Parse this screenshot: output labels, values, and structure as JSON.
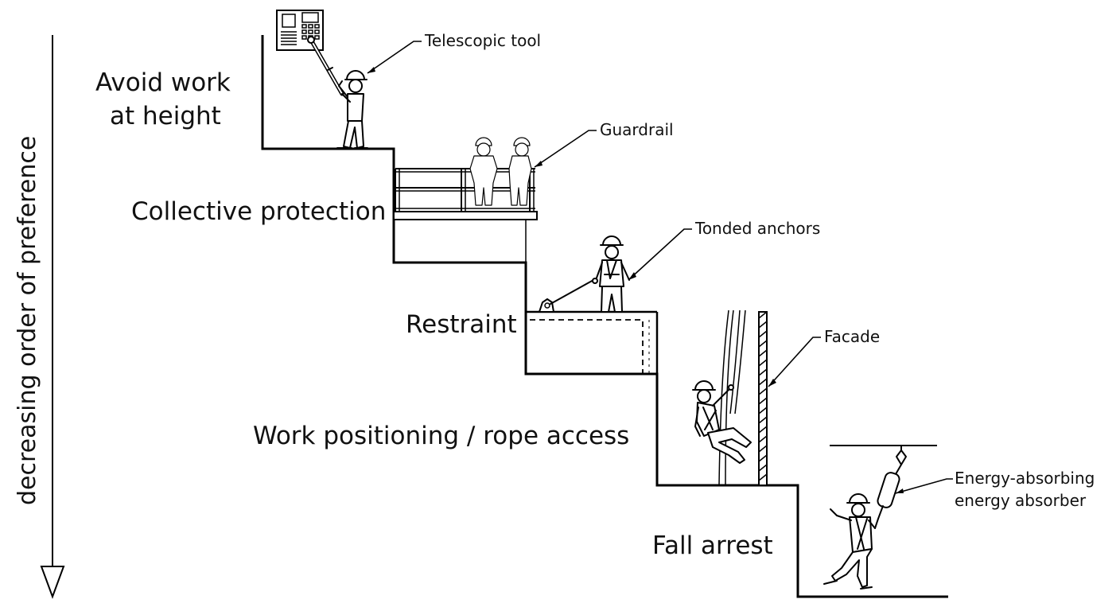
{
  "axis": {
    "label": "decreasing order of preference",
    "arrow_icon": "down-arrow-icon"
  },
  "levels": [
    {
      "id": "avoid",
      "line1": "Avoid  work",
      "line2": "at height"
    },
    {
      "id": "collective",
      "line1": "Collective protection"
    },
    {
      "id": "restraint",
      "line1": "Restraint"
    },
    {
      "id": "positioning",
      "line1": "Work positioning / rope access"
    },
    {
      "id": "arrest",
      "line1": "Fall arrest"
    }
  ],
  "callouts": {
    "telescopic": "Telescopic tool",
    "guardrail": "Guardrail",
    "anchors": "Tonded anchors",
    "facade": "Facade",
    "absorber_line1": "Energy-absorbing",
    "absorber_line2": "energy absorber"
  },
  "colors": {
    "ink": "#000000",
    "background": "#ffffff"
  }
}
